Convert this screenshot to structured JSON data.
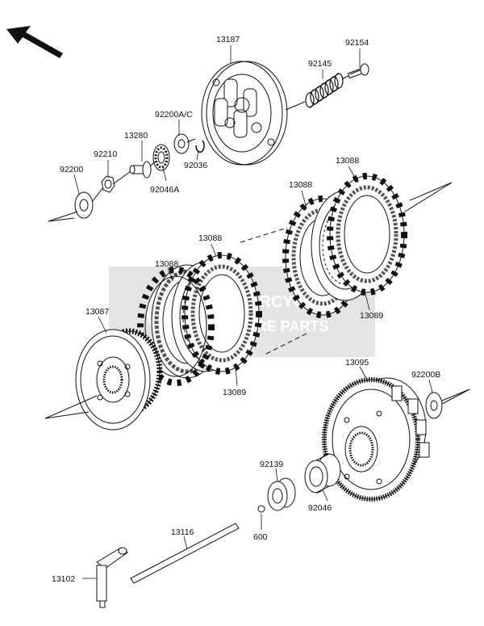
{
  "labels": {
    "p13187": "13187",
    "p92154": "92154",
    "p92145": "92145",
    "p92200ac": "92200A/C",
    "p13280": "13280",
    "p92210": "92210",
    "p92200": "92200",
    "p92036": "92036",
    "p92046a": "92046A",
    "p13088a": "13088",
    "p13088b": "13088",
    "p13088c": "13088",
    "p13088d": "13088",
    "p13087": "13087",
    "p13089a": "13089",
    "p13089b": "13089",
    "p13095": "13095",
    "p92200b": "92200B",
    "p92139": "92139",
    "p92046": "92046",
    "p600": "600",
    "p13116": "13116",
    "p13102": "13102"
  },
  "watermark": {
    "brand": "MOTORCYCLE",
    "sub": "SPARE PARTS"
  },
  "colors": {
    "ink": "#111111",
    "friction": "#555555",
    "watermark_bg": "#c8c8c8",
    "watermark_accent": "#d23c28"
  },
  "icons": {
    "direction_arrow": "front-direction-arrow-icon"
  }
}
